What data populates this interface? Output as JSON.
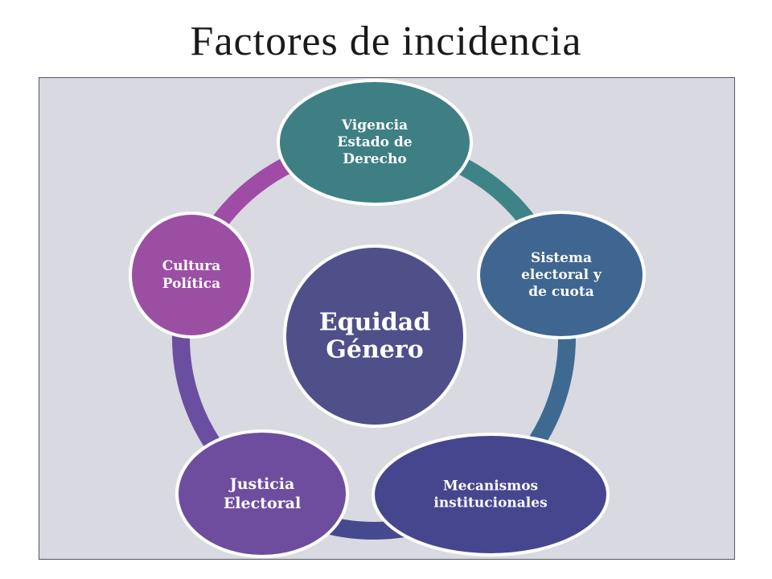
{
  "title": "Factores de incidencia",
  "diagram": {
    "center": {
      "lines": [
        "Equidad",
        "Género"
      ],
      "color": "#4f4f8a"
    },
    "nodes": [
      {
        "id": "vigencia",
        "lines": [
          "Vigencia",
          "Estado de",
          "Derecho"
        ],
        "color": "#3e7f84"
      },
      {
        "id": "sistema",
        "lines": [
          "Sistema",
          "electoral y",
          "de cuota"
        ],
        "color": "#3f6691"
      },
      {
        "id": "mecanismos",
        "lines": [
          "Mecanismos",
          "institucionales"
        ],
        "color": "#46468f"
      },
      {
        "id": "justicia",
        "lines": [
          "Justicia",
          "Electoral"
        ],
        "color": "#6f4d9e"
      },
      {
        "id": "cultura",
        "lines": [
          "Cultura",
          "Política"
        ],
        "color": "#9b4fa3"
      }
    ],
    "ring_colors": [
      "#3e8486",
      "#3e6a92",
      "#47498f",
      "#6a4ea0",
      "#a04ca6"
    ]
  }
}
